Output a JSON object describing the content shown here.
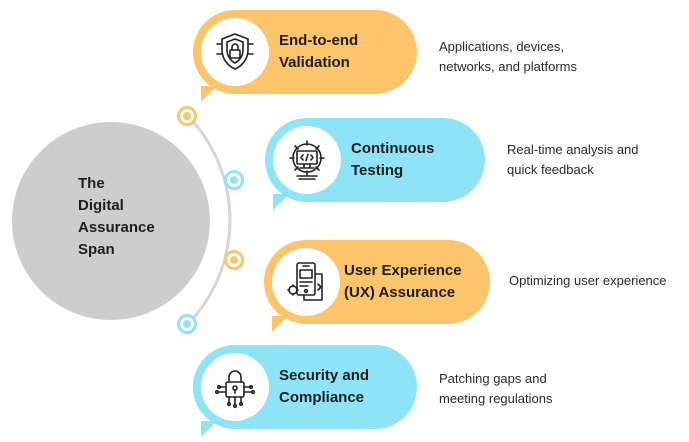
{
  "hub": {
    "title_lines": [
      "The",
      "Digital",
      "Assurance",
      "Span"
    ]
  },
  "items": [
    {
      "title_lines": [
        "End-to-end",
        "Validation"
      ],
      "desc_lines": [
        "Applications, devices,",
        "networks, and platforms"
      ],
      "color": "#fcc56c",
      "icon": "shield-lock-icon"
    },
    {
      "title_lines": [
        "Continuous",
        "Testing"
      ],
      "desc_lines": [
        "Real-time analysis and",
        "quick feedback"
      ],
      "color": "#8fe3f6",
      "icon": "code-monitor-gear-icon"
    },
    {
      "title_lines": [
        "User Experience",
        "(UX) Assurance"
      ],
      "desc_lines": [
        "Optimizing user experience"
      ],
      "color": "#fcc56c",
      "icon": "mobile-ux-icon"
    },
    {
      "title_lines": [
        "Security and",
        "Compliance"
      ],
      "desc_lines": [
        "Patching gaps and",
        "meeting regulations"
      ],
      "color": "#8fe3f6",
      "icon": "padlock-circuit-icon"
    }
  ],
  "colors": {
    "orange": "#fcc56c",
    "cyan": "#8fe3f6",
    "hub": "#cdcdcd",
    "arc": "#d6d6d6"
  }
}
